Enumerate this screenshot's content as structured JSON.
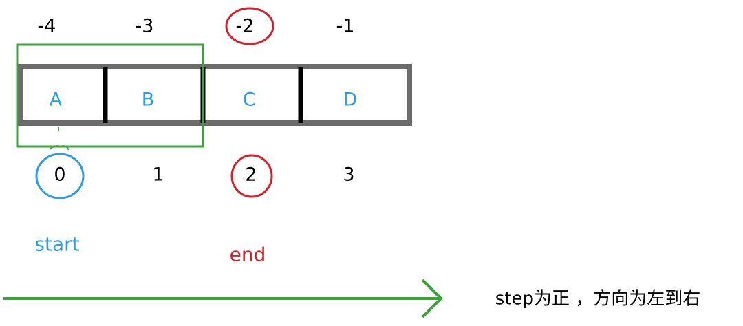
{
  "colors": {
    "array_border": "#6b6b6b",
    "divider": "#000000",
    "green": "#3aa33a",
    "red": "#d9202a",
    "blue": "#2e9be6",
    "text": "#000000"
  },
  "negative_indices": [
    "-4",
    "-3",
    "-2",
    "-1"
  ],
  "positive_indices": [
    "0",
    "1",
    "2",
    "3"
  ],
  "cells": [
    "A",
    "B",
    "C",
    "D"
  ],
  "start_label": "start",
  "end_label": "end",
  "caption": "step为正 ，方向为左到右"
}
